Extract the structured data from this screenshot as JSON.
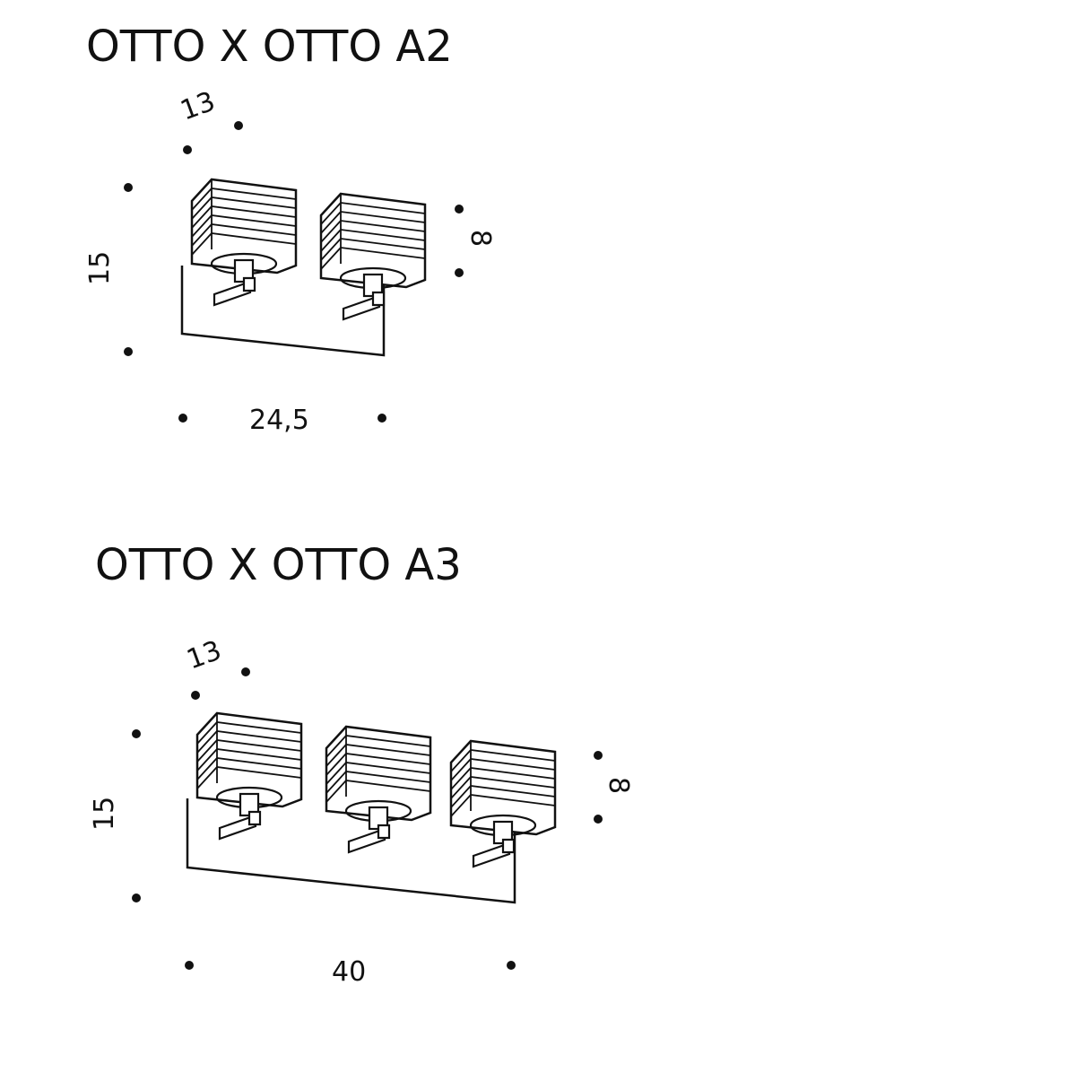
{
  "products": [
    {
      "title": "OTTO X OTTO A2",
      "shade_count": 2,
      "dimensions": {
        "depth": "13",
        "height": "15",
        "shade_height": "8",
        "width": "24,5"
      }
    },
    {
      "title": "OTTO X OTTO A3",
      "shade_count": 3,
      "dimensions": {
        "depth": "13",
        "height": "15",
        "shade_height": "8",
        "width": "40"
      }
    }
  ],
  "colors": {
    "ink": "#111111",
    "background": "#ffffff"
  }
}
